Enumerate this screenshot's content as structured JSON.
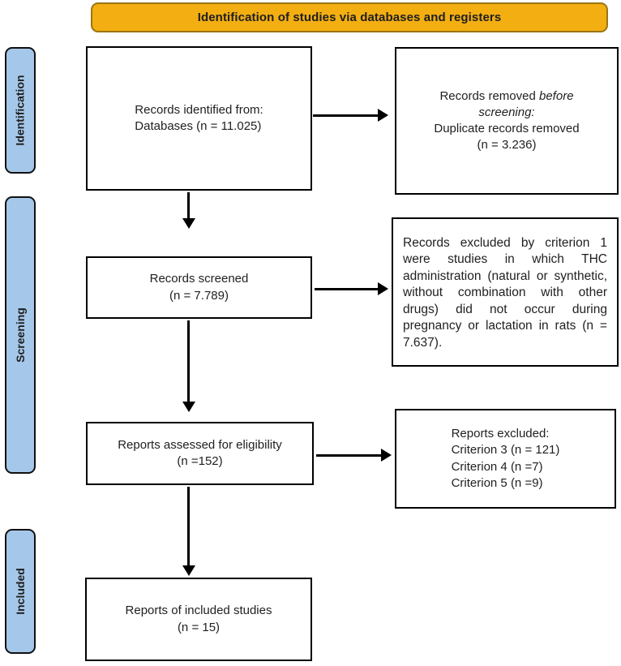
{
  "colors": {
    "background": "#ffffff",
    "banner_fill": "#F3AE12",
    "banner_border": "#9C7510",
    "stage_fill": "#A5C8EA",
    "stage_border": "#111111",
    "box_border": "#000000",
    "arrow": "#000000",
    "text": "#1f1f1f"
  },
  "banner": {
    "label": "Identification of studies via databases and registers"
  },
  "stages": {
    "identification": "Identification",
    "screening": "Screening",
    "included": "Included"
  },
  "boxes": {
    "records_identified": {
      "line1": "Records identified from:",
      "line2": "Databases (n = 11.025)"
    },
    "records_removed": {
      "line1_regular": "Records removed ",
      "line1_italic": "before",
      "line2_italic": "screening:",
      "line3": "Duplicate records removed",
      "line4": "(n = 3.236)"
    },
    "records_screened": {
      "line1": "Records screened",
      "line2": "(n = 7.789)"
    },
    "records_excluded": {
      "text": "Records excluded by criterion 1 were studies in which THC administration (natural or synthetic, without combination with other drugs) did not occur during pregnancy or lactation in rats (n = 7.637)."
    },
    "reports_assessed": {
      "line1": "Reports assessed for eligibility",
      "line2": "(n =152)"
    },
    "reports_excluded": {
      "title": "Reports excluded:",
      "criterion3": "Criterion 3 (n = 121)",
      "criterion4": "Criterion 4 (n =7)",
      "criterion5": "Criterion 5 (n =9)"
    },
    "reports_included": {
      "line1": "Reports of included studies",
      "line2": "(n = 15)"
    }
  }
}
